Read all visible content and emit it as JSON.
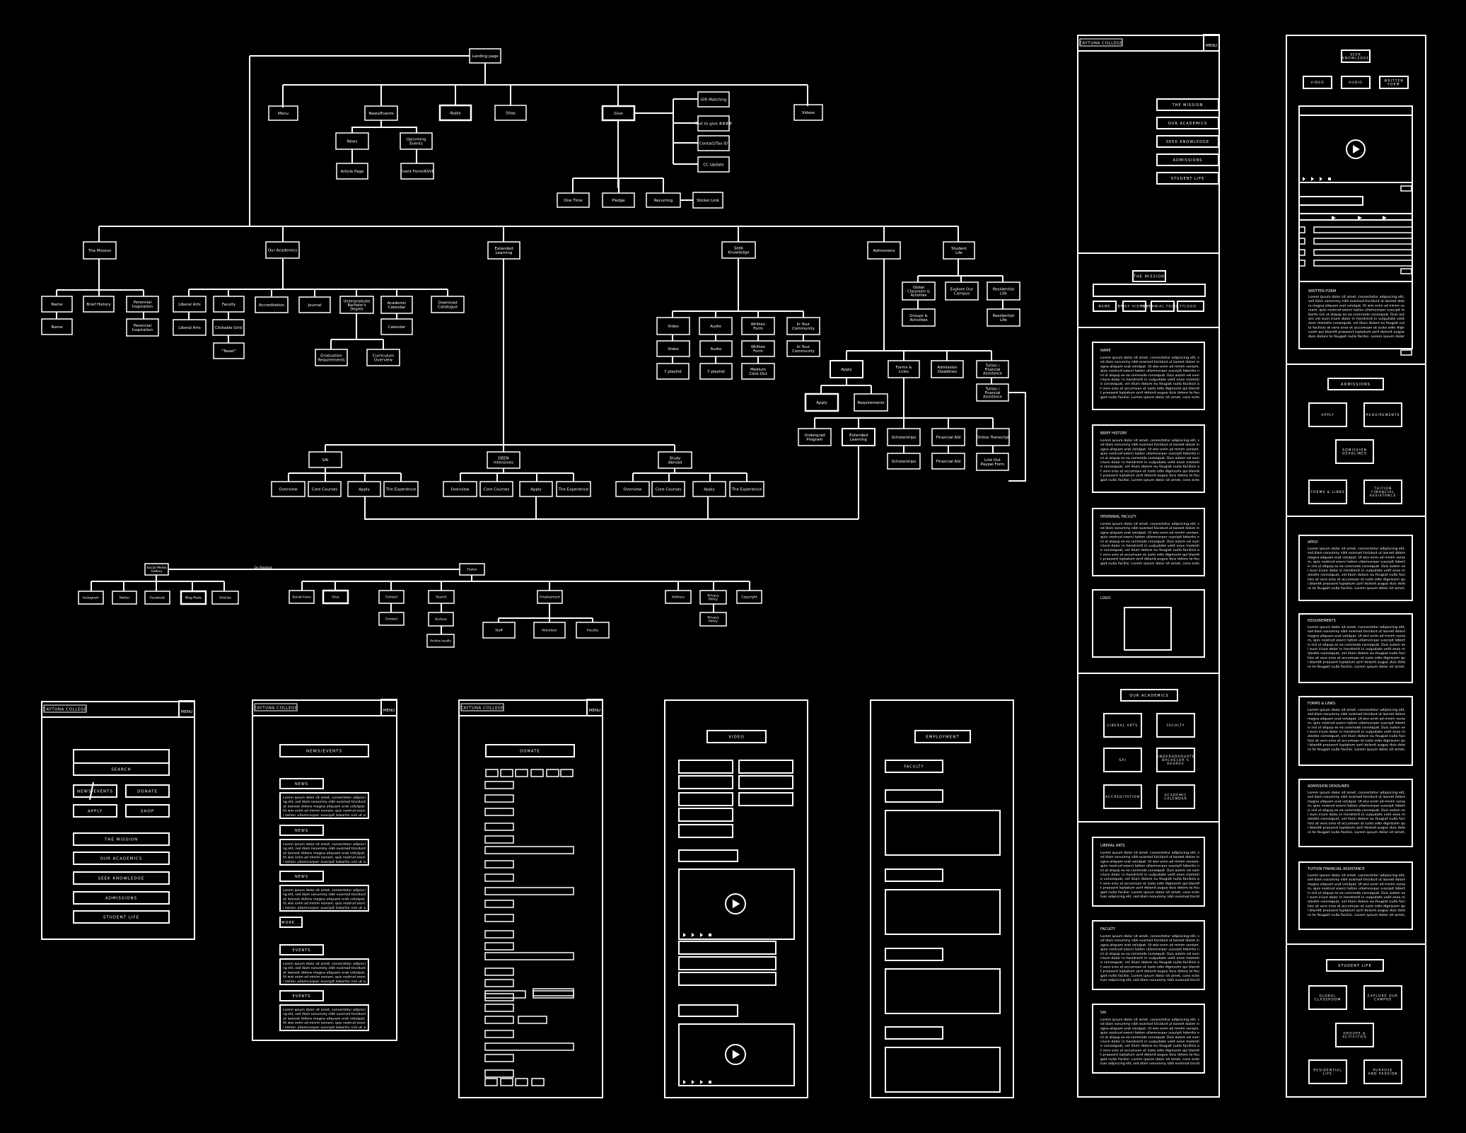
{
  "colors": {
    "background": "#000000",
    "stroke": "#ffffff",
    "text": "#ffffff"
  },
  "icons": {
    "play": "play-icon",
    "media_controls": "media-controls-icon"
  },
  "sitemap": {
    "landing": "Landing page",
    "top": {
      "menu": "Menu",
      "news": "News/Events",
      "apply": "Apply",
      "shop": "Shop",
      "give": "Give",
      "videos": "Videos"
    },
    "news_children": {
      "news": "News",
      "article": "Article Page",
      "upcoming": [
        "Upcoming",
        "Events"
      ],
      "event_form": "Event Form/RSVP"
    },
    "give_children": {
      "gift_matching": "Gift Matching",
      "text_to_give": "Text to give ####",
      "contact": "Contact/Tax ID",
      "cc_update": "CC Update",
      "one_time": "One Time",
      "pledge": "Pledge",
      "recurring": "Recurring",
      "sticker_link": "Sticker Link"
    },
    "level2": {
      "mission": "The Mission",
      "academics": "Our Academics",
      "extended": [
        "Extended",
        "Learning"
      ],
      "seek": [
        "Seek",
        "Knowledge"
      ],
      "admissions": "Admissions",
      "student_life": [
        "Student",
        "Life"
      ]
    },
    "mission_children": {
      "name": "Name",
      "name2": "Name",
      "brief": "Brief History",
      "perennial": [
        "Perennial",
        "Inspiration"
      ],
      "perennial2": [
        "Perennial",
        "Inspiration"
      ]
    },
    "academics_children": {
      "liberal": "Liberal Arts",
      "liberal2": "Liberal Arts",
      "faculty": "Faculty",
      "clickable": "Clickable Grid",
      "tweet": "\"Tweet\"",
      "accreditation": "Accreditation",
      "journal": "Journal",
      "undergrad": [
        "Undergraduate",
        "Bachelor's",
        "Degree"
      ],
      "grad_req": [
        "Graduation",
        "Requirements"
      ],
      "curriculum": [
        "Curriculum",
        "Overview"
      ],
      "calendar": [
        "Academic",
        "Calendar"
      ],
      "calendar2": "Calendar",
      "catalogue": [
        "Download",
        "Catalogue"
      ]
    },
    "seek_children": {
      "video": "Video",
      "video2": "Video",
      "playlist": "7 playlist",
      "audio": "Audio",
      "audio2": "Audio",
      "playlist2": "7 playlist",
      "written": [
        "Written",
        "Form"
      ],
      "written2": [
        "Written",
        "Form"
      ],
      "medium": [
        "Medium",
        "Click-Out"
      ],
      "community": [
        "In Your",
        "Community"
      ],
      "community2": [
        "In Your",
        "Community"
      ]
    },
    "student_life_children": {
      "global": [
        "Global",
        "Classroom &",
        "Activities"
      ],
      "explore": [
        "Explore Our",
        "Campus"
      ],
      "residential": [
        "Residential",
        "Life"
      ],
      "residential2": [
        "Residential",
        "Life"
      ],
      "groups": [
        "Groups &",
        "Activities"
      ]
    },
    "admissions_children": {
      "apply": "Apply",
      "apply2": "Apply",
      "requirements": "Requirements",
      "forms": [
        "Forms &",
        "Links"
      ],
      "deadlines": [
        "Admission",
        "Deadlines"
      ],
      "tuition": [
        "Tuition /",
        "Financial",
        "Assistance"
      ],
      "tuition2": [
        "Tuition /",
        "Financial",
        "Assistance"
      ],
      "undergrad": [
        "Undergrad",
        "Program"
      ],
      "extended": [
        "Extended",
        "Learning"
      ],
      "scholarships": "Scholarships",
      "scholarships2": "Scholarships",
      "financial": "Financial Aid",
      "financial2": "Financial Aid",
      "online": "Online Transcript",
      "link_out": [
        "Link Out",
        "Paypal Form"
      ]
    },
    "extended_children": {
      "sai": "SAI",
      "deen": [
        "DEEN",
        "Intensives"
      ],
      "study": [
        "Study",
        "Abroad"
      ],
      "overview": "Overview",
      "core": "Core Courses",
      "apply": "Apply",
      "experience": "The Experience"
    },
    "footer": {
      "social": [
        "Social Media",
        "Gallery"
      ],
      "on_related": "On Related",
      "footer": "Footer",
      "instagram": "Instagram",
      "twitter": "Twitter",
      "facebook": "Facebook",
      "blog": "Blog Posts",
      "articles": "Articles",
      "social_icons": "Social Icons",
      "give": "Give",
      "contact": "Contact",
      "contact2": "Contact",
      "search": "Search",
      "archive": "Archive",
      "archive_results": "Archive results",
      "employment": "Employment",
      "staff": "Staff",
      "volunteer": "Volunteer",
      "faculty": "Faculty",
      "address": "Address",
      "privacy": [
        "Privacy",
        "Policy"
      ],
      "privacy2": [
        "Privacy",
        "Policy"
      ],
      "copyright": "Copyright"
    }
  },
  "wireframes": {
    "brand": "ZAYTUNA COLLEGE",
    "menu": "MENU",
    "home": {
      "search": "SEARCH",
      "news": "NEWS/EVENTS",
      "donate": "DONATE",
      "apply": "APPLY",
      "shop": "SHOP",
      "mission": "THE MISSION",
      "academics": "OUR ACADEMICS",
      "seek": "SEEK KNOWLEDGE",
      "admissions": "ADMISSIONS",
      "student_life": "STUDENT LIFE"
    },
    "news": {
      "title": "NEWS/EVENTS",
      "news": "NEWS",
      "more": "MORE...",
      "events": "EVENTS"
    },
    "lorem": "Lorem ipsum dolor sit amet, consectetur adipiscing elit, sed diam nonummy nibh euismod tincidunt ut laoreet dolore magna aliquam erat volutpat. Ut wisi enim ad minim veniam, quis nostrud exerci tation ullamcorper suscipit lobortis nisl ut aliquip ex ea commodo consequat. Duis autem vel eum iriure dolor in hendrerit in vulputate velit esse molestie consequat, vel illum dolore eu feugiat nulla facilisis at vero eros et accumsan et iusto odio dignissim qui blandit praesent luptatum zzril delenit augue duis dolore te feugait nulla facilisi. Lorem ipsum dolor sit amet, cons ectetuer adipiscing elit, sed diam nonummy nibh euismod tincidunt ut laoreet dolore magna.",
    "donate": {
      "title": "DONATE"
    },
    "video": {
      "title": "VIDEO"
    },
    "employment": {
      "title": "EMPLOYMENT",
      "faculty": "FACULTY"
    },
    "tall1": {
      "nav": [
        "THE MISSION",
        "OUR ACADEMICS",
        "SEEK KNOWLEDGE",
        "ADMISSIONS",
        "STUDENT LIFE"
      ],
      "mission": "THE MISSION",
      "tabs": [
        "NAME",
        "BRIEF HISTORY",
        "PERENNIAL FACULTY",
        "LOGO"
      ],
      "cards": [
        "NAME",
        "BRIEF HISTORY",
        "PERENNIAL FACULTY",
        "LOGO"
      ],
      "academics": "OUR ACADEMICS",
      "acad_grid": [
        [
          "LIBERAL ARTS"
        ],
        [
          "FACULTY"
        ],
        [
          "SAI"
        ],
        [
          "UNDERGRADUATE",
          "BACHELOR'S",
          "DEGREE"
        ],
        [
          "ACCREDITATION"
        ],
        [
          "ACADEMIC",
          "CALENDAR"
        ]
      ],
      "acad_cards": [
        "LIBERAL ARTS",
        "FACULTY",
        "SAI"
      ]
    },
    "tall2": {
      "seek": [
        "SEEK",
        "KNOWLEDGE"
      ],
      "video": "VIDEO",
      "audio": "AUDIO",
      "written": [
        "WRITTEN",
        "FORM"
      ],
      "written_form": "WRITTEN FORM",
      "admissions": "ADMISSIONS",
      "apply": "APPLY",
      "requirements": "REQUIREMENTS",
      "deadline": [
        "ADMISSION",
        "DEADLINES"
      ],
      "forms": "FORMS & LINKS",
      "tuition": [
        "TUITION",
        "FINANCIAL",
        "ASSISTANCE"
      ],
      "cards": [
        "APPLY",
        "REQUIREMENTS",
        "FORMS & LINKS",
        "ADMISSION DEADLINES",
        "TUITION FINANCIAL ASSISTANCE"
      ],
      "student_life": "STUDENT LIFE",
      "global": [
        "GLOBAL",
        "CLASSROOM"
      ],
      "explore": [
        "EXPLORE OUR",
        "CAMPUS"
      ],
      "groups": [
        "GROUPS &",
        "ACTIVITIES"
      ],
      "residential": [
        "RESIDENTIAL",
        "LIFE"
      ],
      "purpose": [
        "PURPOSE",
        "AND PASSION"
      ]
    }
  }
}
